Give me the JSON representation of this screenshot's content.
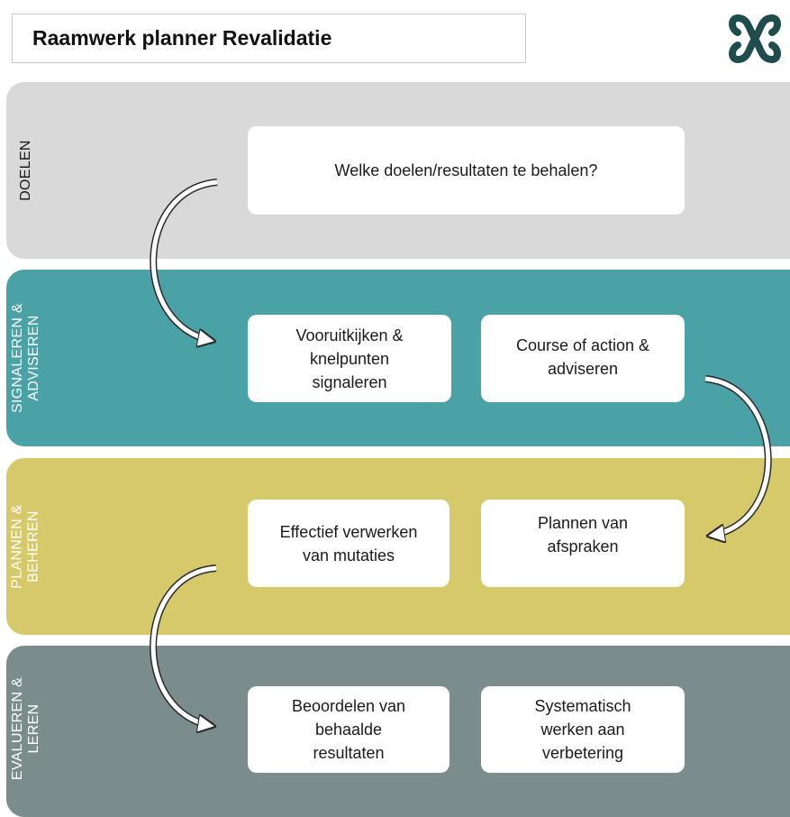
{
  "title": "Raamwerk planner Revalidatie",
  "logo": {
    "icon": "x-knot-logo-icon",
    "color": "#1f4c4c"
  },
  "rows": [
    {
      "id": "doelen",
      "label": "DOELEN",
      "color": "#d9d9d9",
      "label_color": "#1a1a1a",
      "cards": [
        "Welke doelen/resultaten te behalen?"
      ]
    },
    {
      "id": "signaleren",
      "label": "SIGNALEREN &\nADVISEREN",
      "color": "#4aa1a6",
      "label_color": "#ffffff",
      "cards": [
        "Vooruitkijken &\nknelpunten\nsignaleren",
        "Course of action &\nadviseren"
      ]
    },
    {
      "id": "plannen",
      "label": "PLANNEN &\nBEHEREN",
      "color": "#d6c96a",
      "label_color": "#ffffff",
      "cards": [
        "Effectief verwerken\nvan mutaties",
        "Plannen van\nafspraken"
      ]
    },
    {
      "id": "evalueren",
      "label": "EVALUEREN &\nLEREN",
      "color": "#7a8c8b",
      "label_color": "#ffffff",
      "cards": [
        "Beoordelen van\nbehaalde\nresultaten",
        "Systematisch\nwerken aan\nverbetering"
      ]
    }
  ]
}
